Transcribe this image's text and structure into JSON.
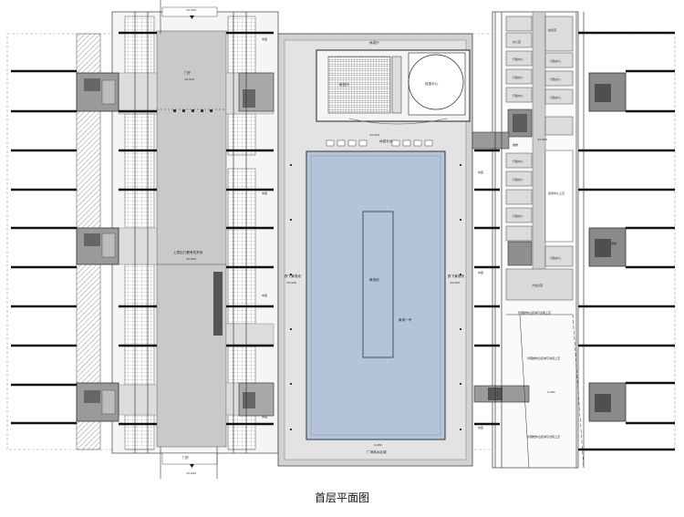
{
  "caption": "首层平面图",
  "labels": {
    "lobby": "门厅",
    "lobby_elev": "±0.000",
    "hall_west": "上层出门看有机关系",
    "hall_west_elev": "±0.000",
    "sink_west": "跌下景观池",
    "sink_west_elev": "±0.000",
    "sink_east": "跌下景观池",
    "sink_east_elev": "±0.000",
    "pool": "景观池",
    "island": "景观一号",
    "lecture": "报告厅",
    "info_center": "信息中心",
    "foyer": "休息厅",
    "north_deck": "休息平台",
    "north_deck_elev": "±0.000",
    "south_label": "广场临水区域",
    "south_elev": "0.000",
    "courtyard": "门厅",
    "side_1": "中庭",
    "side_2": "中庭",
    "side_3": "中庭",
    "side_4": "中庭",
    "side_5": "中庭",
    "side_6": "中庭",
    "side_7": "中庭",
    "east_office_1": "会议室",
    "east_office_2": "办公室",
    "east_office_3": "行政办公",
    "east_office_4": "行政办公",
    "east_office_5": "行政办公",
    "east_office_6": "行政办公",
    "east_office_7": "行政办公",
    "east_office_8": "行政办公",
    "east_office_9": "行政办公",
    "east_office_10": "行政办公",
    "east_office_11": "行政办公",
    "east_office_12": "行政办公",
    "east_big_room": "大会议室",
    "east_stair_1": "楼梯",
    "east_stair_2": "楼梯",
    "east_hall": "接待中心上空",
    "east_lower_1": "管理楼休息区域与法院上空",
    "east_lower_2": "管理楼休息区域与法院上空",
    "east_lower_3": "管理楼休息区域与法院上空",
    "east_elev": "±0.000",
    "east_elev2": "0.000",
    "north_mark": "±0.000",
    "south_mark": "±0.000"
  }
}
